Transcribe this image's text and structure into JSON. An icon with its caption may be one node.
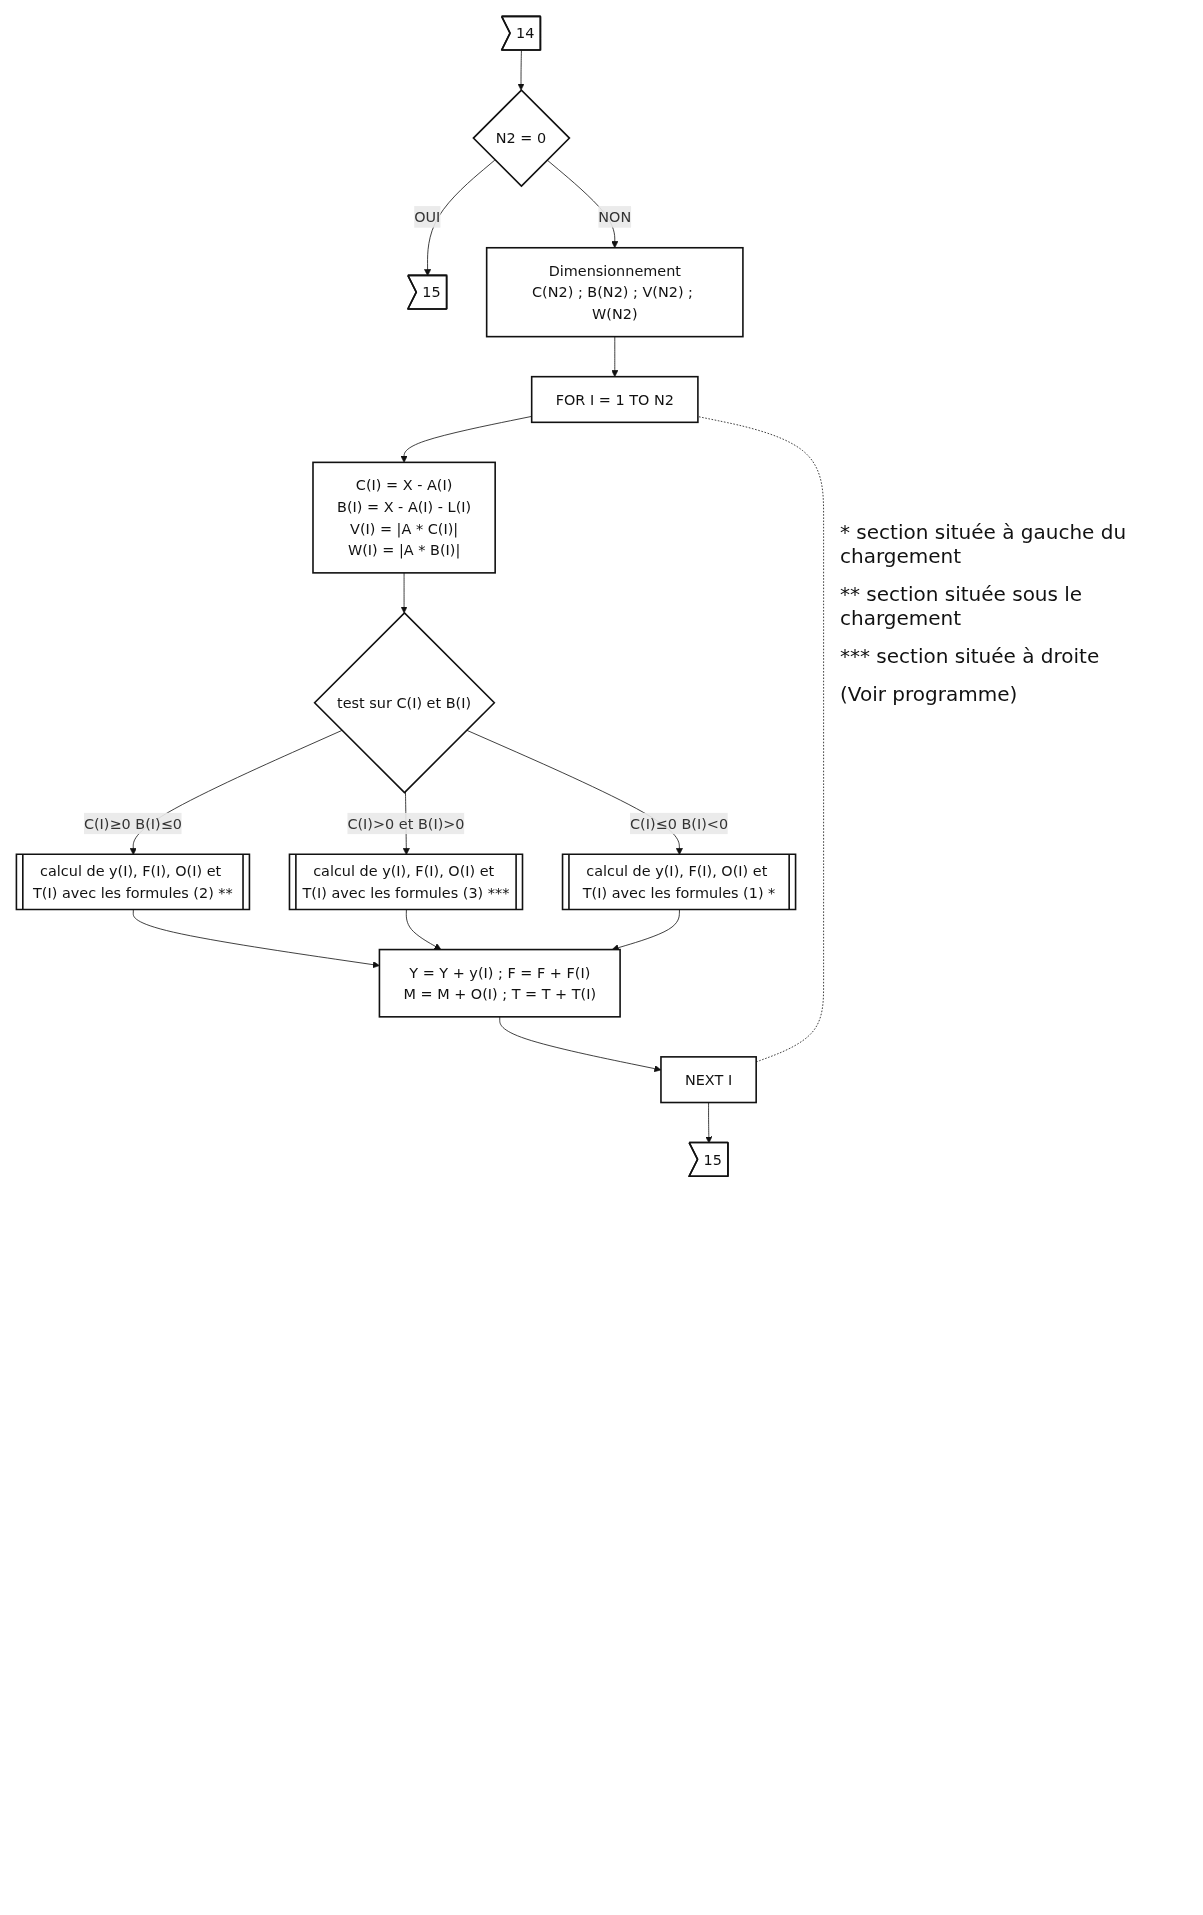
{
  "diagram": {
    "nodes": [
      {
        "text": [
          "14"
        ]
      },
      {
        "text": [
          "N2 = 0"
        ]
      },
      {
        "text": [
          "15"
        ]
      },
      {
        "text": [
          "Dimensionnement",
          "C(N2) ; B(N2) ; V(N2) ; W(N2)"
        ]
      },
      {
        "text": [
          "FOR I = 1 TO N2"
        ]
      },
      {
        "text": [
          "C(I) = X - A(I)",
          "B(I) = X - A(I) - L(I)",
          "V(I) = |A * C(I)|",
          "W(I) = |A * B(I)|"
        ]
      },
      {
        "text": [
          "calcul de y(I), F(I), O(I) et T(I) avec les formules (2) **"
        ]
      },
      {
        "text": [
          "test sur C(I) et B(I)"
        ]
      },
      {
        "text": [
          "calcul de y(I), F(I), O(I) et T(I) avec les formules (1) *"
        ]
      },
      {
        "text": [
          "calcul de y(I), F(I), O(I) et T(I) avec les formules (3) ***"
        ]
      },
      {
        "text": [
          "Y = Y + y(I) ; F = F + F(I)",
          "M = M + O(I) ; T = T + T(I)"
        ]
      },
      {
        "text": [
          "NEXT I"
        ]
      },
      {
        "text": [
          "15"
        ]
      }
    ],
    "edges": [
      {
        "from": 0,
        "to": 1,
        "arrow": "to"
      },
      {
        "from": 1,
        "to": 2,
        "arrow": "to",
        "label": "OUI"
      },
      {
        "from": 1,
        "to": 3,
        "arrow": "to",
        "label": "NON"
      },
      {
        "from": 3,
        "to": 4,
        "arrow": "to"
      },
      {
        "from": 4,
        "to": 5,
        "arrow": "to"
      },
      {
        "from": 5,
        "to": 7,
        "arrow": "to"
      },
      {
        "from": 7,
        "to": 6,
        "arrow": "to",
        "label": "C(I)≥0 B(I)≤0"
      },
      {
        "from": 7,
        "to": 8,
        "arrow": "to",
        "label": "C(I)≤0 B(I)<0"
      },
      {
        "from": 7,
        "to": 9,
        "arrow": "to",
        "label": "C(I)>0 et B(I)>0"
      },
      {
        "from": 6,
        "to": 10,
        "arrow": "to"
      },
      {
        "from": 9,
        "to": 10,
        "arrow": "to"
      },
      {
        "from": 8,
        "to": 10,
        "arrow": "to"
      },
      {
        "from": 10,
        "to": 11,
        "arrow": "to"
      },
      {
        "from": 11,
        "to": 4,
        "arrow": "none",
        "style": "dashed"
      },
      {
        "from": 11,
        "to": 12,
        "arrow": "to"
      }
    ],
    "labels": [
      "* section située à gauche du chargement",
      "** section située sous le chargement",
      "*** section située à droite",
      "(Voir programme)"
    ]
  }
}
